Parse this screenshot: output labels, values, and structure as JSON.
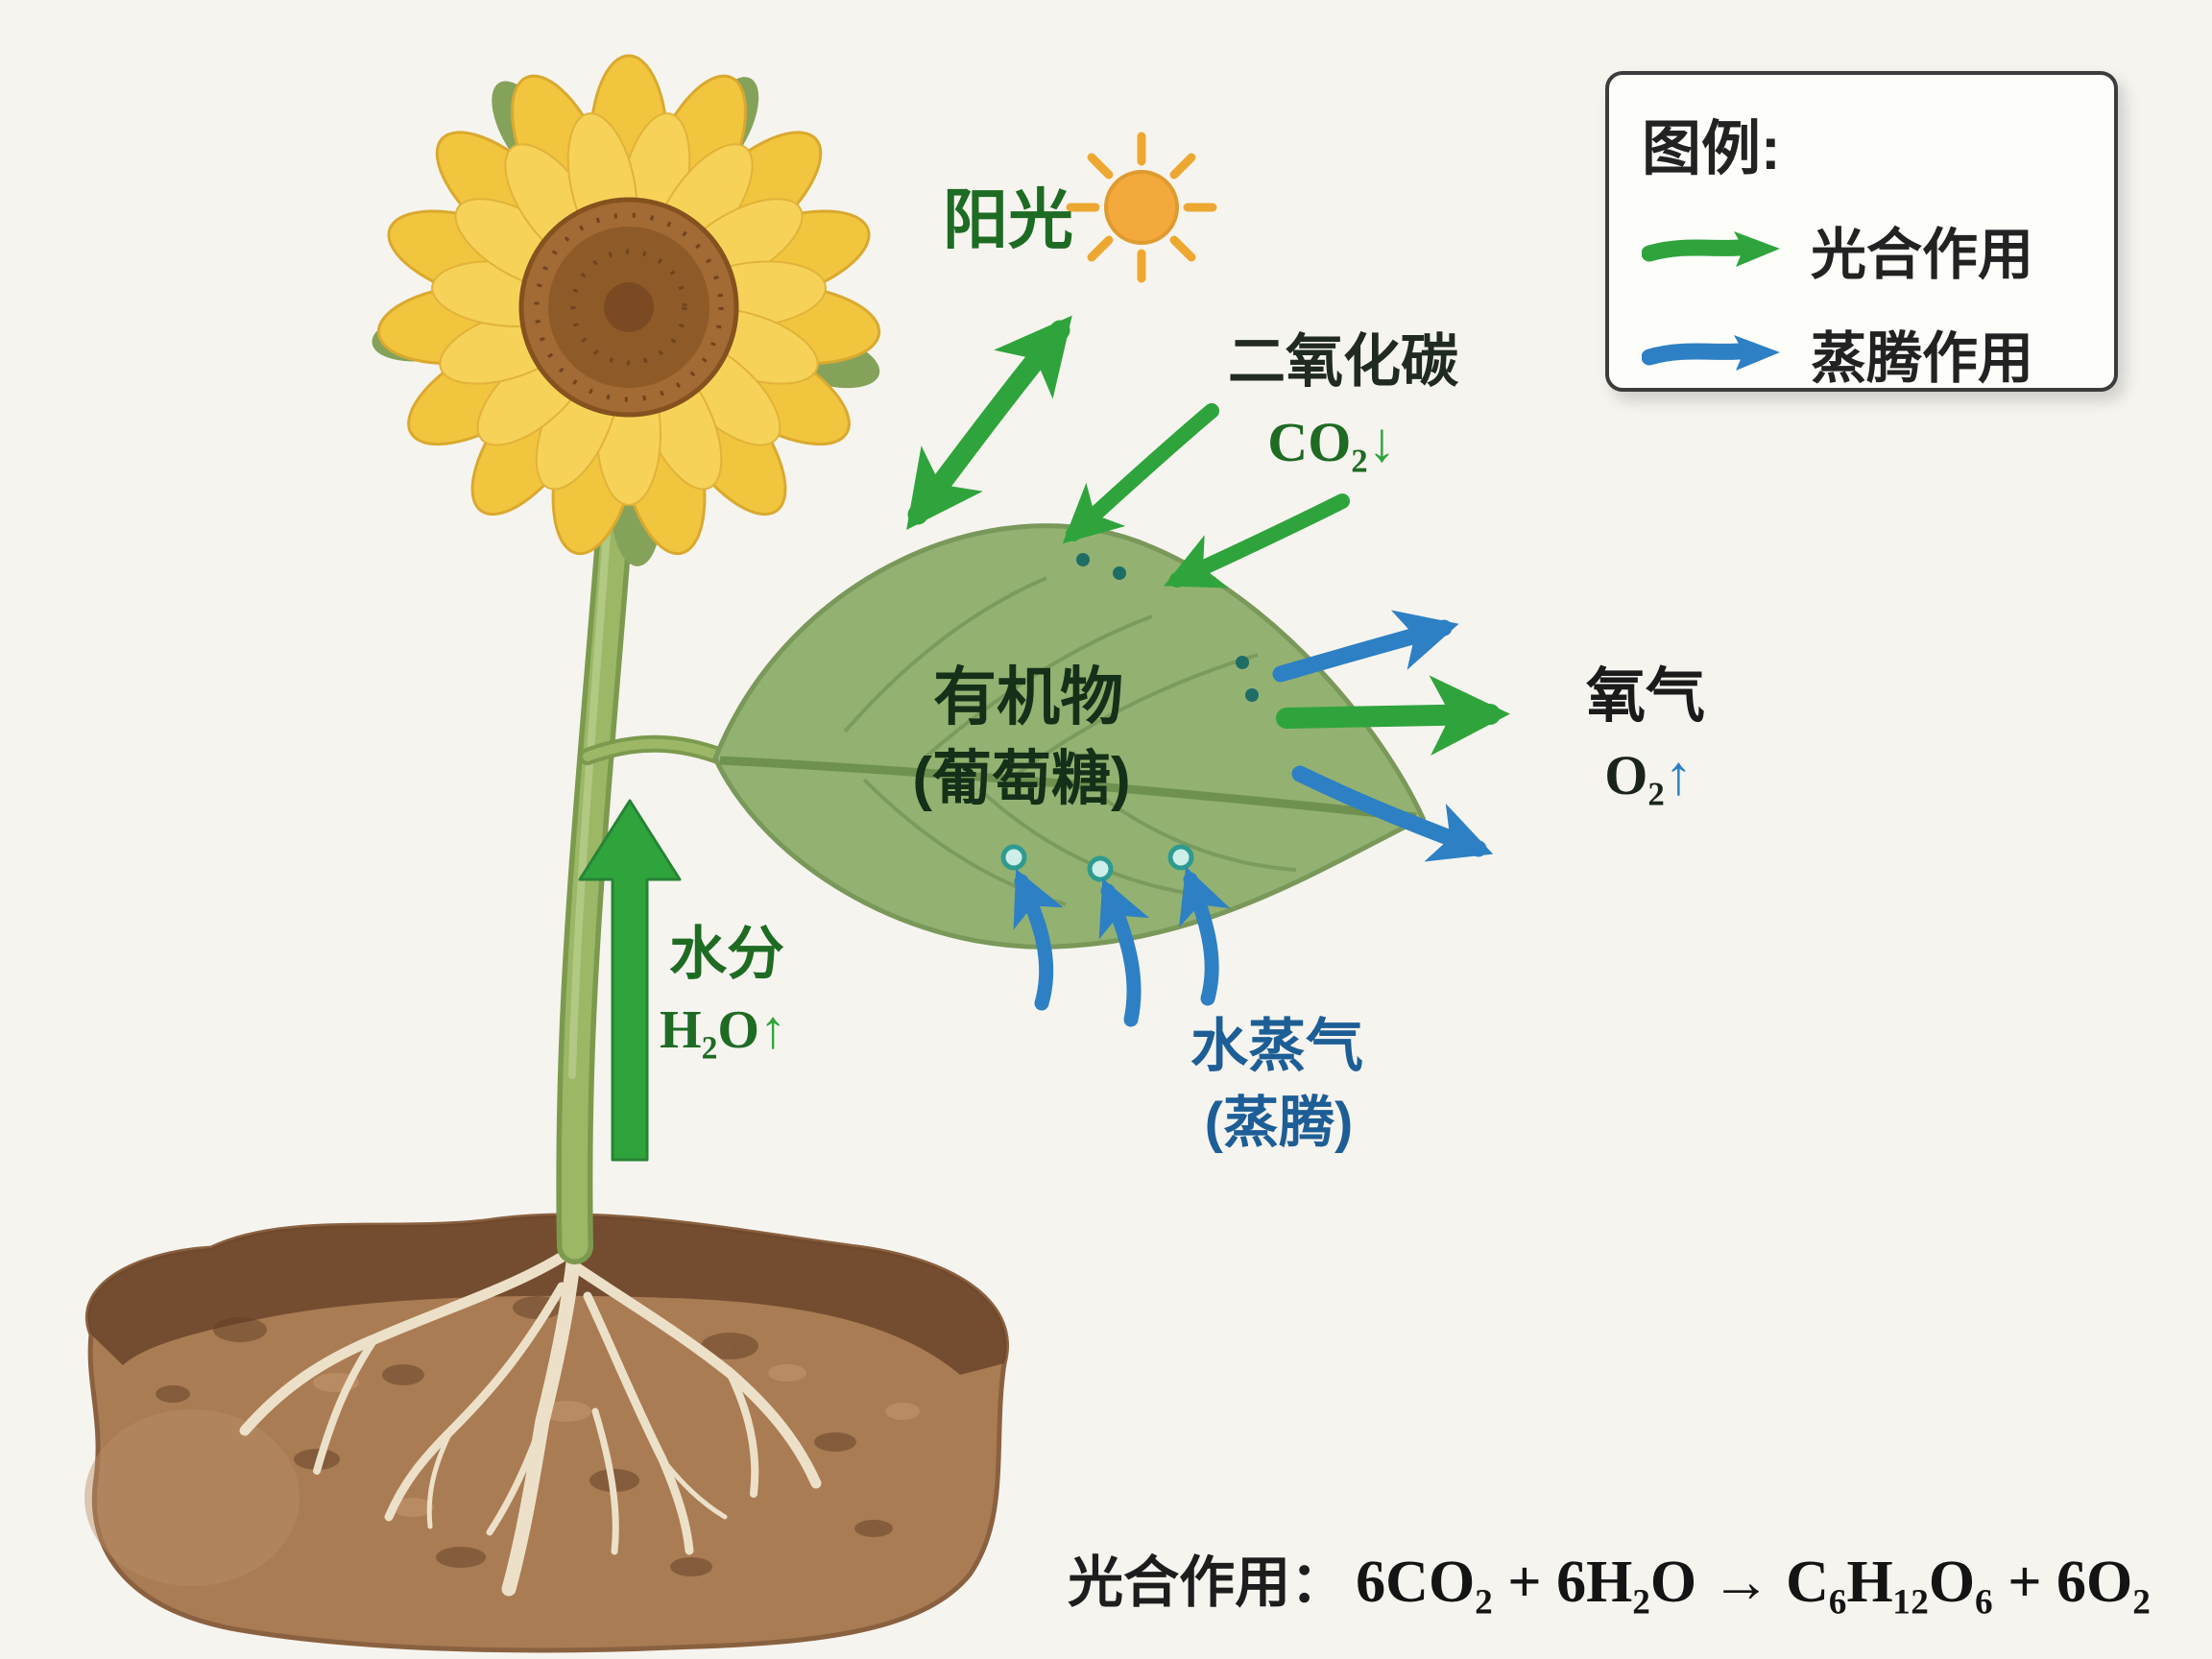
{
  "labels": {
    "sunlight": "阳光",
    "co2_name": "二氧化碳",
    "co2_symbol": "CO₂",
    "co2_arrow": "↓",
    "organic_name": "有机物",
    "organic_sub": "(葡萄糖)",
    "oxygen_name": "氧气",
    "oxygen_symbol": "O₂",
    "oxygen_arrow": "↑",
    "water_name": "水分",
    "water_symbol": "H₂O",
    "water_arrow": "↑",
    "vapor_name": "水蒸气",
    "vapor_sub": "(蒸腾)"
  },
  "legend": {
    "title": "图例:",
    "items": [
      {
        "label": "光合作用",
        "color": "#2fa43c"
      },
      {
        "label": "蒸腾作用",
        "color": "#2e80c4"
      }
    ]
  },
  "equation": {
    "prefix": "光合作用：",
    "formula": "6CO₂ + 6H₂O → C₆H₁₂O₆ + 6O₂"
  },
  "colors": {
    "photosynthesis_arrow": "#2fa43c",
    "transpiration_arrow": "#2e80c4",
    "text_green": "#1e6b23",
    "text_blue": "#1d5e96",
    "text_dark": "#1c241c",
    "leaf": "#93b271",
    "soil": "#aa7c54",
    "petal": "#f2c53e",
    "flower_center": "#a26a34",
    "background": "#f6f4ef"
  }
}
